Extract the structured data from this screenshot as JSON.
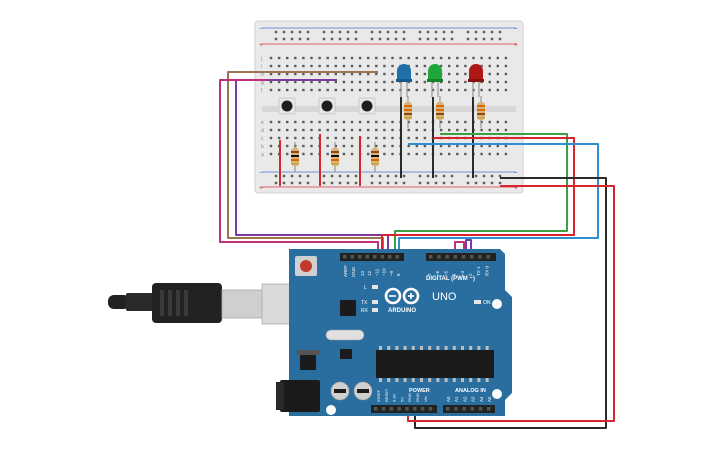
{
  "colors": {
    "breadboard": "#e9e9e9",
    "rail_red": "#d9333a",
    "rail_blue": "#4a78c8",
    "arduino_board": "#2a6ea0",
    "arduino_dark": "#20577f",
    "header": "#222222",
    "wire_red": "#d9252e",
    "wire_black": "#2b2b2b",
    "wire_green": "#3aa041",
    "wire_blue": "#2b8fd0",
    "wire_purple": "#7d3aa0",
    "wire_magenta": "#c0307a",
    "wire_brown": "#9b7450",
    "led_blue": "#1f6fa8",
    "led_green": "#1fa83a",
    "led_red": "#b01818",
    "cable": "#222222",
    "usb_metal": "#cfcfcf"
  },
  "breadboard": {
    "row_letters_top": [
      "j",
      "i",
      "h",
      "g",
      "f"
    ],
    "row_letters_bottom": [
      "e",
      "d",
      "c",
      "b",
      "a"
    ],
    "rail_plus": "+",
    "rail_minus": "−"
  },
  "leds": [
    {
      "name": "blue-led",
      "color": "led_blue"
    },
    {
      "name": "green-led",
      "color": "led_green"
    },
    {
      "name": "red-led",
      "color": "led_red"
    }
  ],
  "arduino": {
    "model": "UNO",
    "brand": "ARDUINO",
    "digital_label": "DIGITAL (PWM ~)",
    "power_label": "POWER",
    "analog_label": "ANALOG IN",
    "aref": "AREF",
    "gnd": "GND",
    "on_label": "ON",
    "l_label": "L",
    "tx_label": "TX",
    "rx_label": "RX",
    "digital_pins": [
      "13",
      "12",
      "~11",
      "~10",
      "~9",
      "8",
      "7",
      "~6",
      "~5",
      "4",
      "~3",
      "2",
      "TX 1",
      "RX 0"
    ],
    "power_pins": [
      "IOREF",
      "RESET",
      "3.3V",
      "5V",
      "GND",
      "GND",
      "Vin"
    ],
    "analog_pins": [
      "A0",
      "A1",
      "A2",
      "A3",
      "A4",
      "A5"
    ]
  }
}
